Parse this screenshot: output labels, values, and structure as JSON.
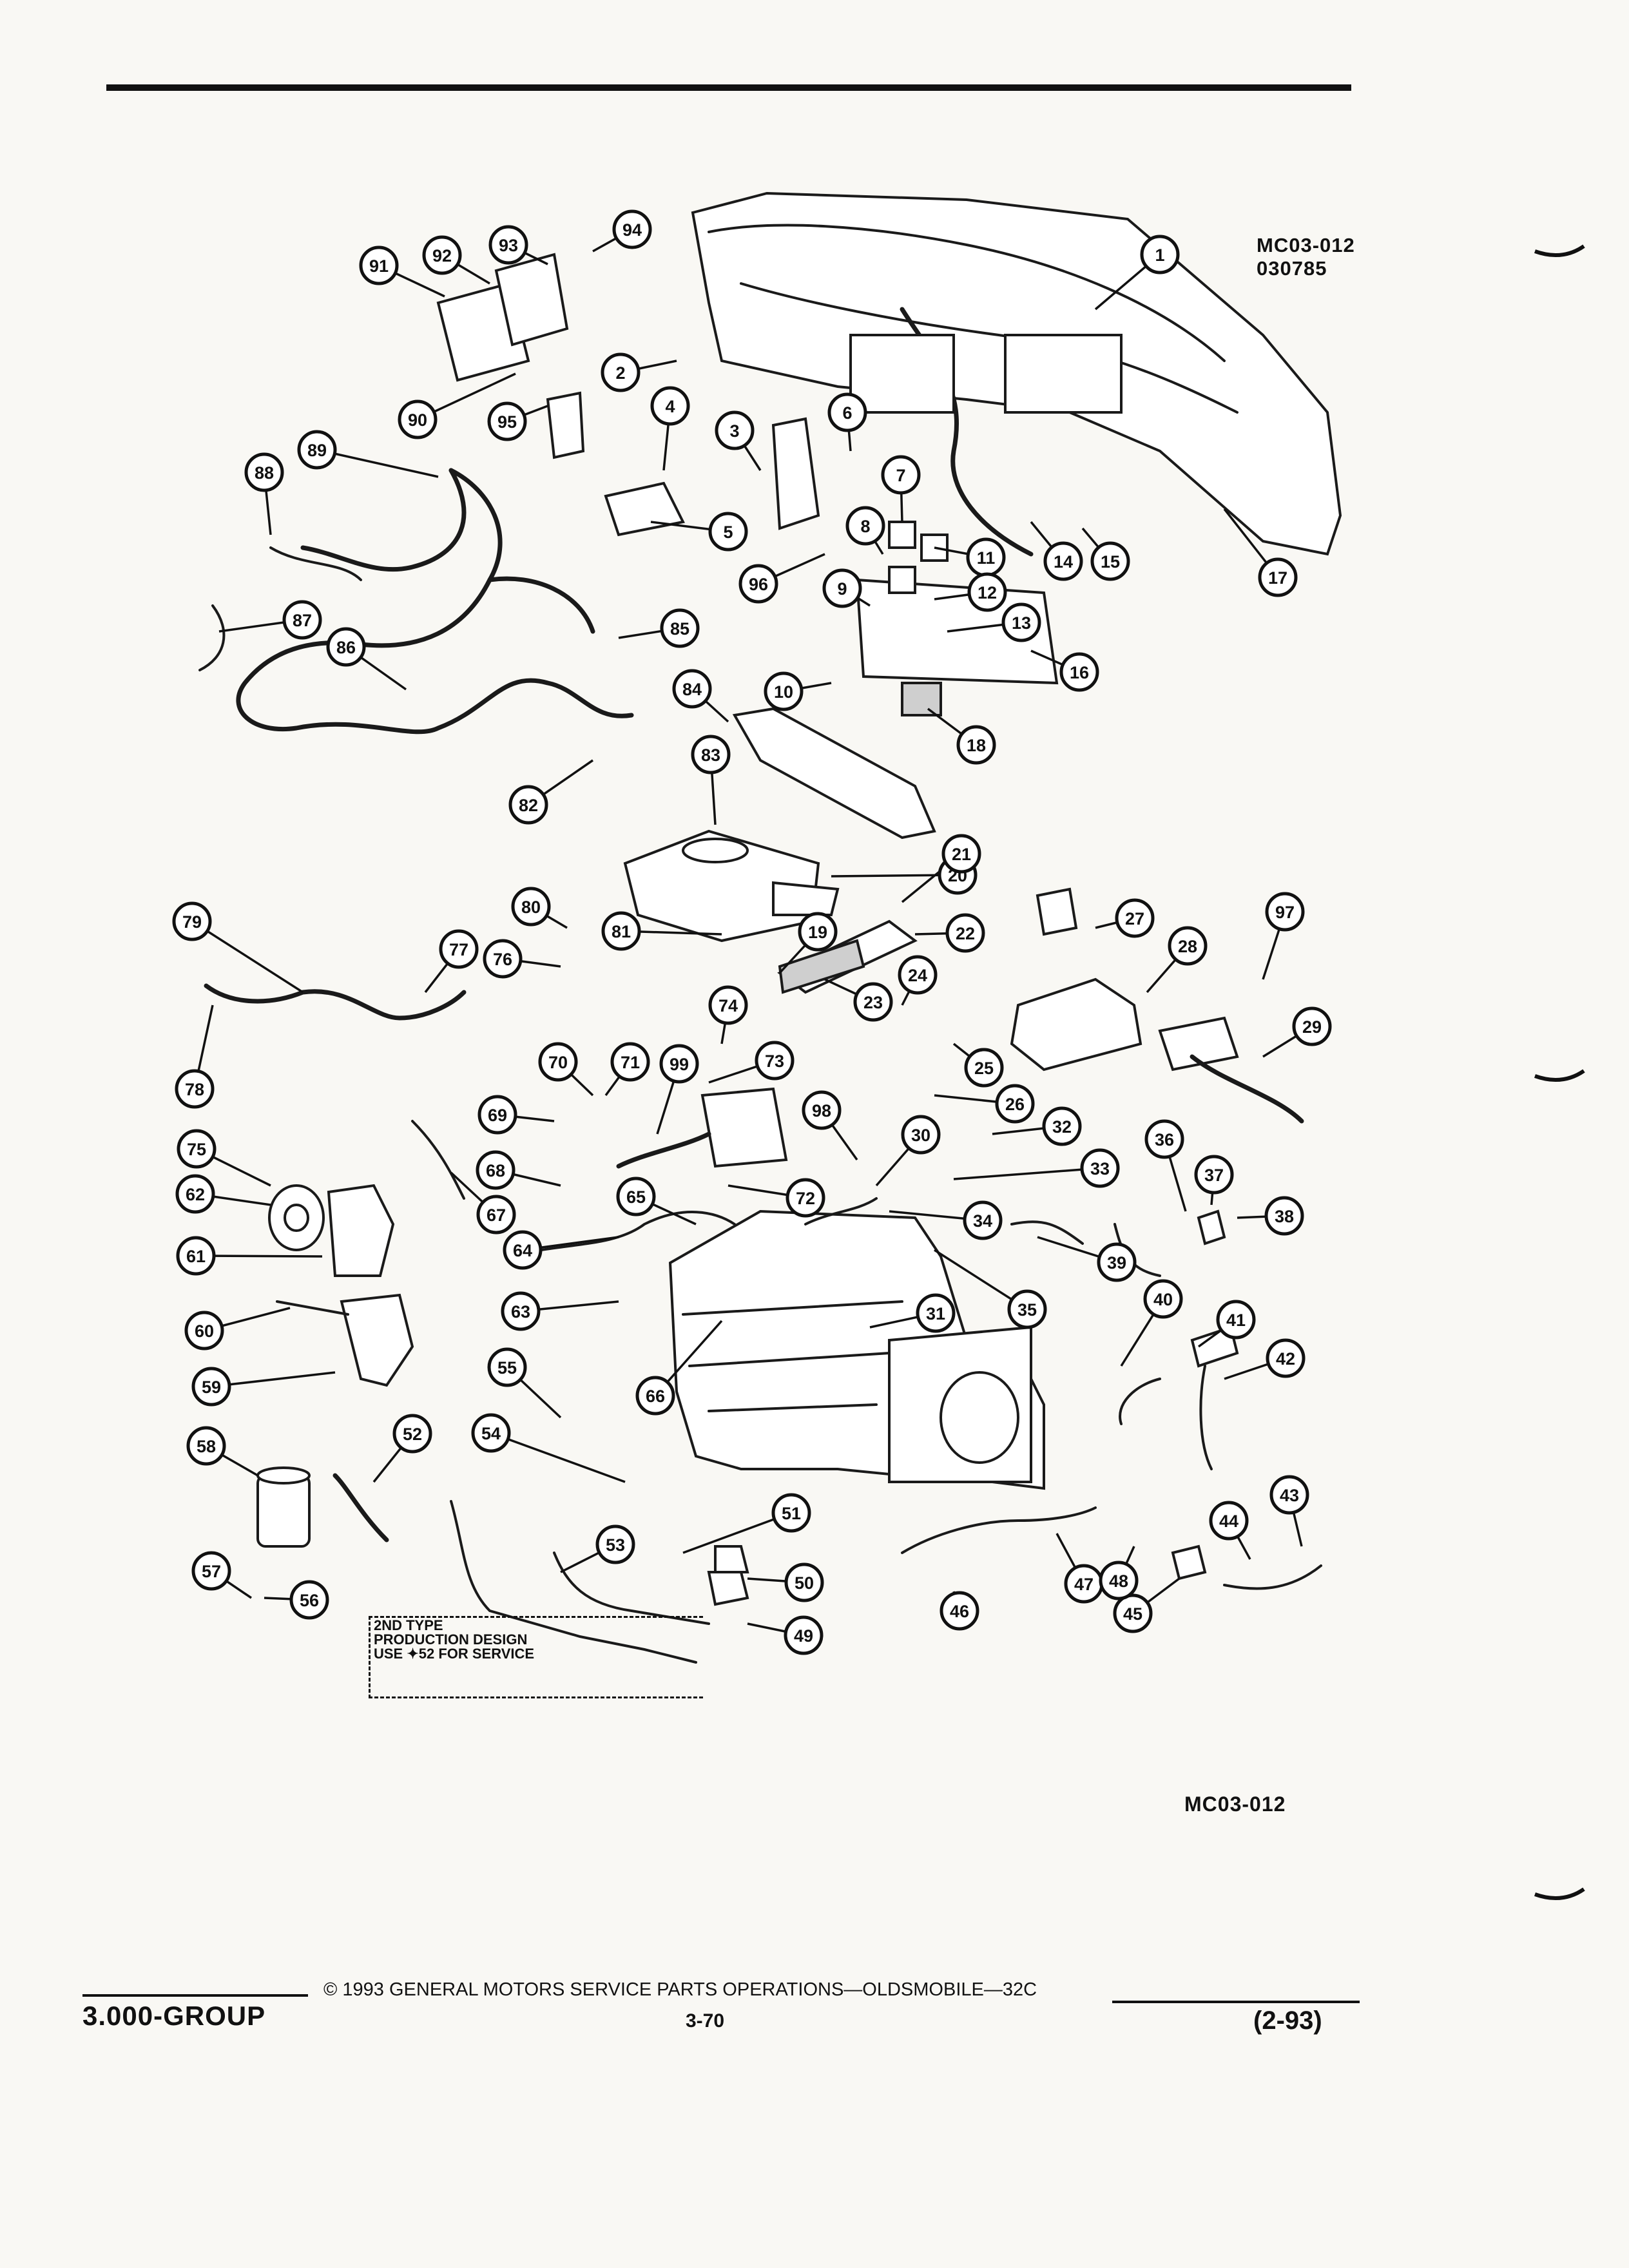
{
  "figure": {
    "code_top": "MC03-012",
    "serial": "030785",
    "code_bottom": "MC03-012"
  },
  "callout_numbers": [
    "1",
    "2",
    "3",
    "4",
    "5",
    "6",
    "7",
    "8",
    "9",
    "10",
    "11",
    "12",
    "13",
    "14",
    "15",
    "16",
    "17",
    "18",
    "19",
    "20",
    "21",
    "22",
    "23",
    "24",
    "25",
    "26",
    "27",
    "28",
    "29",
    "30",
    "31",
    "32",
    "33",
    "34",
    "35",
    "36",
    "37",
    "38",
    "39",
    "40",
    "41",
    "42",
    "43",
    "44",
    "45",
    "46",
    "47",
    "48",
    "49",
    "50",
    "51",
    "52",
    "53",
    "54",
    "55",
    "56",
    "57",
    "58",
    "59",
    "60",
    "61",
    "62",
    "63",
    "64",
    "65",
    "66",
    "67",
    "68",
    "69",
    "70",
    "71",
    "72",
    "73",
    "74",
    "75",
    "76",
    "77",
    "78",
    "79",
    "80",
    "81",
    "82",
    "83",
    "84",
    "85",
    "86",
    "87",
    "88",
    "89",
    "90",
    "91",
    "92",
    "93",
    "94",
    "95",
    "96",
    "97",
    "98",
    "99"
  ],
  "inset_note": "2ND TYPE\nPRODUCTION DESIGN\nUSE ✦52 FOR SERVICE",
  "footer": {
    "copyright": "©  1993  GENERAL MOTORS SERVICE PARTS OPERATIONS—OLDSMOBILE—32C",
    "group": "3.000-GROUP",
    "page": "3-70",
    "date": "(2-93)"
  }
}
